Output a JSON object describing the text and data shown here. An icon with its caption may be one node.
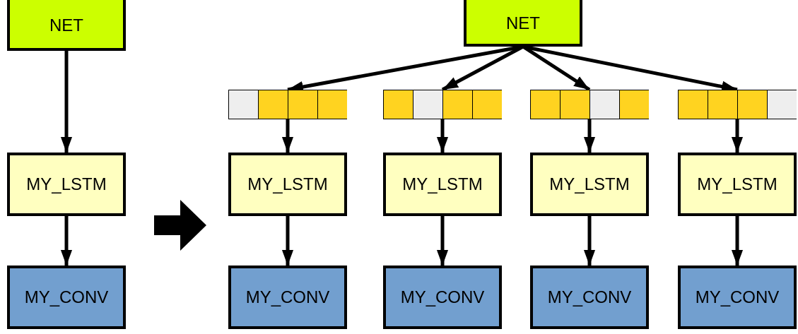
{
  "diagram": {
    "nodes": [
      {
        "text": [
          "NET"
        ]
      },
      {
        "text": [
          "MY_LSTM"
        ]
      },
      {
        "text": [
          "MY_CONV"
        ]
      },
      {
        "text": [
          "NET"
        ]
      },
      {
        "text": [],
        "shape": "bar"
      },
      {
        "text": [],
        "shape": "bar"
      },
      {
        "text": [],
        "shape": "bar"
      },
      {
        "text": [],
        "shape": "bar"
      },
      {
        "text": [
          "MY_LSTM"
        ]
      },
      {
        "text": [
          "MY_LSTM"
        ]
      },
      {
        "text": [
          "MY_LSTM"
        ]
      },
      {
        "text": [
          "MY_LSTM"
        ]
      },
      {
        "text": [
          "MY_CONV"
        ]
      },
      {
        "text": [
          "MY_CONV"
        ]
      },
      {
        "text": [
          "MY_CONV"
        ]
      },
      {
        "text": [
          "MY_CONV"
        ]
      }
    ],
    "edges": [
      {
        "from": 0,
        "to": 1,
        "arrow": "to"
      },
      {
        "from": 1,
        "to": 2,
        "arrow": "to"
      },
      {
        "from": 3,
        "to": 4,
        "arrow": "to"
      },
      {
        "from": 3,
        "to": 5,
        "arrow": "to"
      },
      {
        "from": 3,
        "to": 6,
        "arrow": "to"
      },
      {
        "from": 3,
        "to": 7,
        "arrow": "to"
      },
      {
        "from": 4,
        "to": 8,
        "arrow": "to"
      },
      {
        "from": 5,
        "to": 9,
        "arrow": "to"
      },
      {
        "from": 6,
        "to": 10,
        "arrow": "to"
      },
      {
        "from": 7,
        "to": 11,
        "arrow": "to"
      },
      {
        "from": 8,
        "to": 12,
        "arrow": "to"
      },
      {
        "from": 9,
        "to": 13,
        "arrow": "to"
      },
      {
        "from": 10,
        "to": 14,
        "arrow": "to"
      },
      {
        "from": 11,
        "to": 15,
        "arrow": "to"
      }
    ]
  }
}
